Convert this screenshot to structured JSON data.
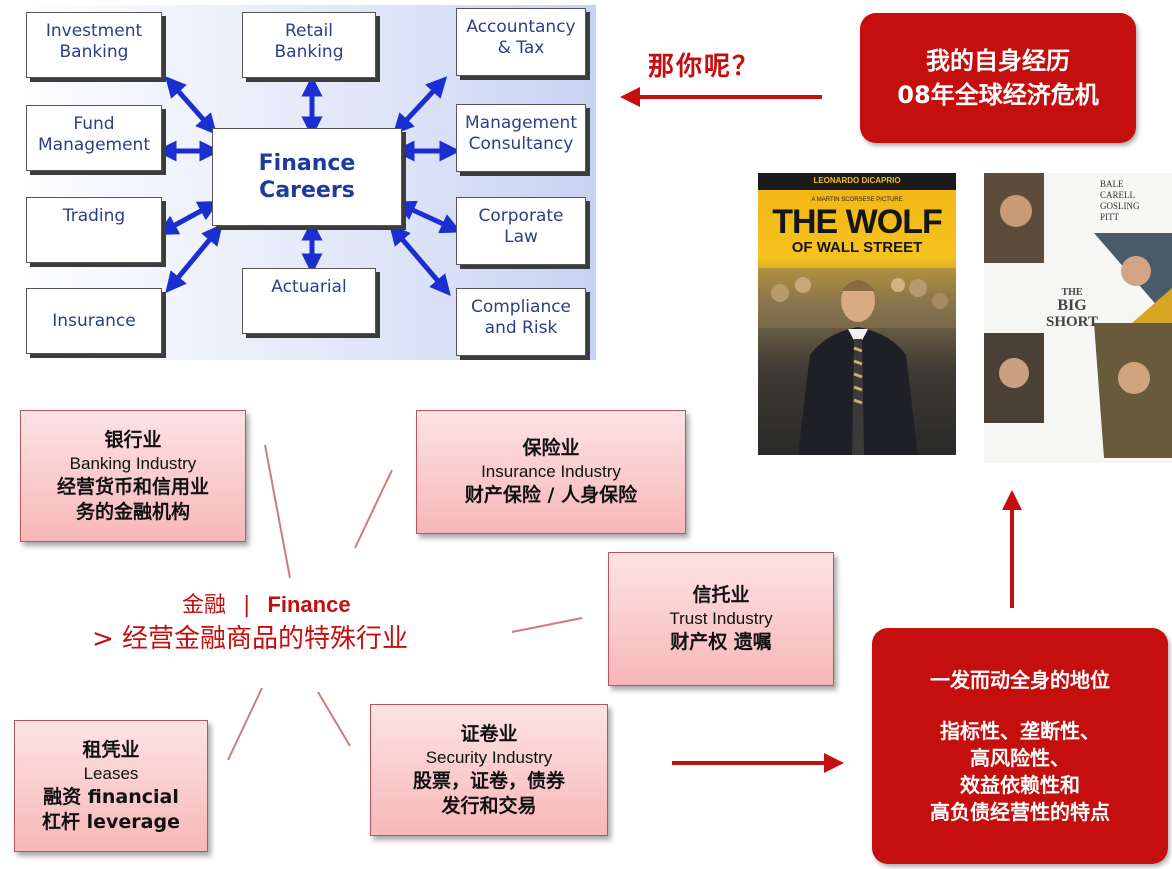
{
  "careers": {
    "center": "Finance\nCareers",
    "boxes": [
      "Investment\nBanking",
      "Retail\nBanking",
      "Accountancy\n& Tax",
      "Fund\nManagement",
      "Management\nConsultancy",
      "Trading",
      "Corporate\nLaw",
      "Insurance",
      "Actuarial",
      "Compliance\nand Risk"
    ]
  },
  "question": "那你呢？",
  "experience": {
    "line1": "我的自身经历",
    "line2": "08年全球经济危机"
  },
  "posters": {
    "wolf": {
      "actor": "LEONARDO DiCAPRIO",
      "director": "A MARTIN SCORSESE PICTURE",
      "title1": "THE WOLF",
      "title2": "OF WALL STREET"
    },
    "short": {
      "cast": [
        "BALE",
        "CARELL",
        "GOSLING",
        "PITT"
      ],
      "title1": "THE",
      "title2": "BIG",
      "title3": "SHORT"
    }
  },
  "finance": {
    "title_zh": "金融",
    "separator": "|",
    "title_en": "Finance",
    "subtitle": "> 经营金融商品的特殊行业"
  },
  "industries": {
    "banking": {
      "zh": "银行业",
      "en": "Banking Industry",
      "desc1": "经营货币和信用业",
      "desc2": "务的金融机构"
    },
    "insurance": {
      "zh": "保险业",
      "en": "Insurance Industry",
      "desc1": "财产保险 / 人身保险"
    },
    "trust": {
      "zh": "信托业",
      "en": "Trust Industry",
      "desc1": "财产权 遗嘱"
    },
    "security": {
      "zh": "证卷业",
      "en": "Security Industry",
      "desc1": "股票，证卷，债券",
      "desc2": "发行和交易"
    },
    "leases": {
      "zh": "租凭业",
      "en": "Leases",
      "desc1": "融资 financial",
      "desc2": "杠杆 leverage"
    }
  },
  "status": {
    "line1": "一发而动全身的地位",
    "line2": "指标性、垄断性、",
    "line3": "高风险性、",
    "line4": "效益依赖性和",
    "line5": "高负债经营性的特点"
  },
  "colors": {
    "red": "#c50e0e",
    "arrow_blue": "#1b2fd1",
    "box_text": "#2c3e8a",
    "pink_fill": "#f7b7b9"
  }
}
